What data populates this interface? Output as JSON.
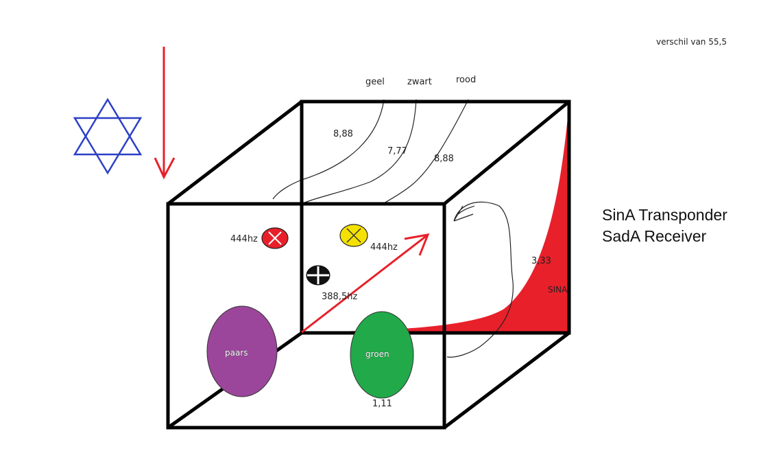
{
  "top_note": "verschil van 55,5",
  "wire_labels": {
    "geel": "geel",
    "zwart": "zwart",
    "rood": "rood"
  },
  "curve_values": {
    "left": "8,88",
    "middle": "7,77",
    "right": "8,88"
  },
  "components": {
    "red_light_freq": "444hz",
    "yellow_light_freq": "444hz",
    "black_light_freq": "388,5hz"
  },
  "ovals": {
    "purple": "paars",
    "green": "groen",
    "green_value": "1,11"
  },
  "red_region": {
    "value": "3,33",
    "name": "SINA"
  },
  "title_lines": [
    "SinA Transponder",
    "SadA Receiver"
  ],
  "colors": {
    "red": "#e8202a",
    "yellow": "#f5e100",
    "purple": "#9b469b",
    "green": "#22a94a",
    "blue_star": "#2b3fc6",
    "outline": "#000000"
  },
  "icons": [
    "star-of-david-icon",
    "arrow-down-icon",
    "cross-circle-icon",
    "diagonal-arrow-icon"
  ]
}
